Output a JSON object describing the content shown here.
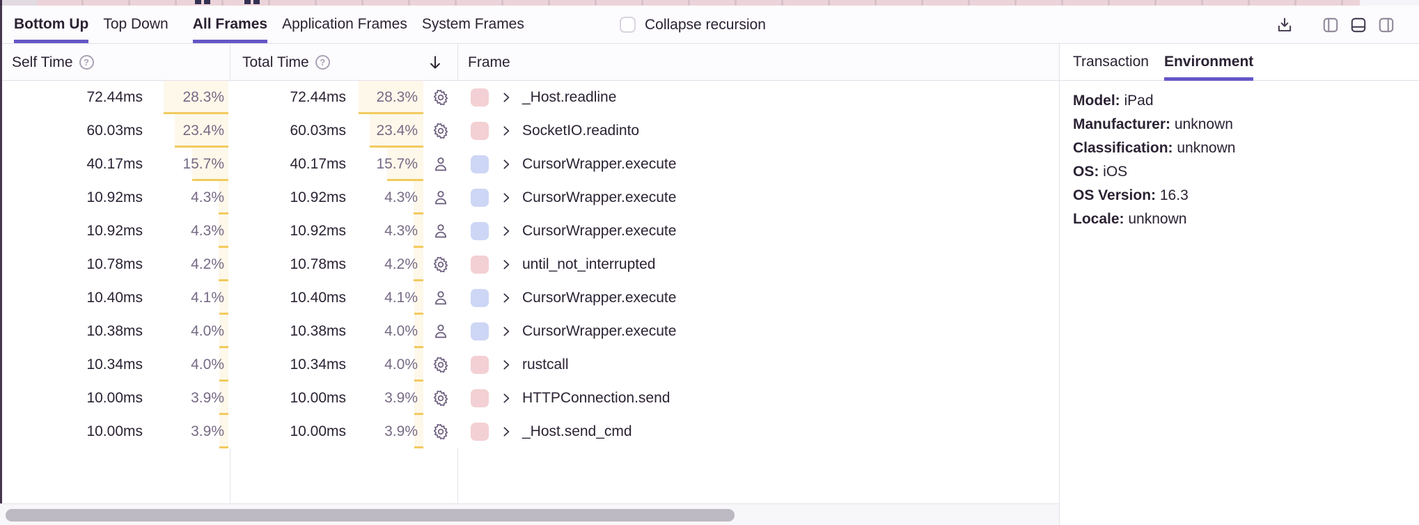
{
  "toolbar": {
    "tabs": [
      {
        "label": "Bottom Up",
        "active": true
      },
      {
        "label": "Top Down",
        "active": false
      },
      {
        "label": "All Frames",
        "active": true,
        "group_start": true
      },
      {
        "label": "Application Frames",
        "active": false
      },
      {
        "label": "System Frames",
        "active": false
      }
    ],
    "collapse_recursion_label": "Collapse recursion",
    "collapse_recursion_checked": false,
    "icons": [
      "download-icon",
      "panel-left-icon",
      "panel-bottom-icon",
      "panel-right-icon"
    ],
    "active_panel_icon": "panel-bottom-icon"
  },
  "table": {
    "headers": {
      "self_time": "Self Time",
      "total_time": "Total Time",
      "frame": "Frame"
    },
    "sort": {
      "column": "total_time",
      "direction": "descending",
      "icon": "arrow-down-icon"
    },
    "rows": [
      {
        "self_time": "72.44ms",
        "self_pct": "28.3%",
        "total_time": "72.44ms",
        "total_pct": "28.3%",
        "pct": 28.3,
        "icon": "gear-icon",
        "swatch": "pink",
        "frame": "_Host.readline"
      },
      {
        "self_time": "60.03ms",
        "self_pct": "23.4%",
        "total_time": "60.03ms",
        "total_pct": "23.4%",
        "pct": 23.4,
        "icon": "gear-icon",
        "swatch": "pink",
        "frame": "SocketIO.readinto"
      },
      {
        "self_time": "40.17ms",
        "self_pct": "15.7%",
        "total_time": "40.17ms",
        "total_pct": "15.7%",
        "pct": 15.7,
        "icon": "user-icon",
        "swatch": "blue",
        "frame": "CursorWrapper.execute"
      },
      {
        "self_time": "10.92ms",
        "self_pct": "4.3%",
        "total_time": "10.92ms",
        "total_pct": "4.3%",
        "pct": 4.3,
        "icon": "user-icon",
        "swatch": "blue",
        "frame": "CursorWrapper.execute"
      },
      {
        "self_time": "10.92ms",
        "self_pct": "4.3%",
        "total_time": "10.92ms",
        "total_pct": "4.3%",
        "pct": 4.3,
        "icon": "user-icon",
        "swatch": "blue",
        "frame": "CursorWrapper.execute"
      },
      {
        "self_time": "10.78ms",
        "self_pct": "4.2%",
        "total_time": "10.78ms",
        "total_pct": "4.2%",
        "pct": 4.2,
        "icon": "gear-icon",
        "swatch": "pink",
        "frame": "until_not_interrupted"
      },
      {
        "self_time": "10.40ms",
        "self_pct": "4.1%",
        "total_time": "10.40ms",
        "total_pct": "4.1%",
        "pct": 4.1,
        "icon": "user-icon",
        "swatch": "blue",
        "frame": "CursorWrapper.execute"
      },
      {
        "self_time": "10.38ms",
        "self_pct": "4.0%",
        "total_time": "10.38ms",
        "total_pct": "4.0%",
        "pct": 4.0,
        "icon": "user-icon",
        "swatch": "blue",
        "frame": "CursorWrapper.execute"
      },
      {
        "self_time": "10.34ms",
        "self_pct": "4.0%",
        "total_time": "10.34ms",
        "total_pct": "4.0%",
        "pct": 4.0,
        "icon": "gear-icon",
        "swatch": "pink",
        "frame": "rustcall"
      },
      {
        "self_time": "10.00ms",
        "self_pct": "3.9%",
        "total_time": "10.00ms",
        "total_pct": "3.9%",
        "pct": 3.9,
        "icon": "gear-icon",
        "swatch": "pink",
        "frame": "HTTPConnection.send"
      },
      {
        "self_time": "10.00ms",
        "self_pct": "3.9%",
        "total_time": "10.00ms",
        "total_pct": "3.9%",
        "pct": 3.9,
        "icon": "gear-icon",
        "swatch": "pink",
        "frame": "_Host.send_cmd"
      }
    ]
  },
  "details_panel": {
    "tabs": [
      {
        "label": "Transaction",
        "active": false
      },
      {
        "label": "Environment",
        "active": true
      }
    ],
    "environment": [
      {
        "label": "Model:",
        "value": "iPad"
      },
      {
        "label": "Manufacturer:",
        "value": "unknown"
      },
      {
        "label": "Classification:",
        "value": "unknown"
      },
      {
        "label": "OS:",
        "value": "iOS"
      },
      {
        "label": "OS Version:",
        "value": "16.3"
      },
      {
        "label": "Locale:",
        "value": "unknown"
      }
    ]
  },
  "colors": {
    "accent_purple": "#6456c6",
    "bar_cream": "#fdf8ea",
    "bar_yellow": "#f2ca5e",
    "swatch_pink": "#f3d0d3",
    "swatch_blue": "#cdd6f5",
    "minimap_pink": "#ecd3d9",
    "text_dark": "#2b2233",
    "text_muted": "#766a85"
  }
}
